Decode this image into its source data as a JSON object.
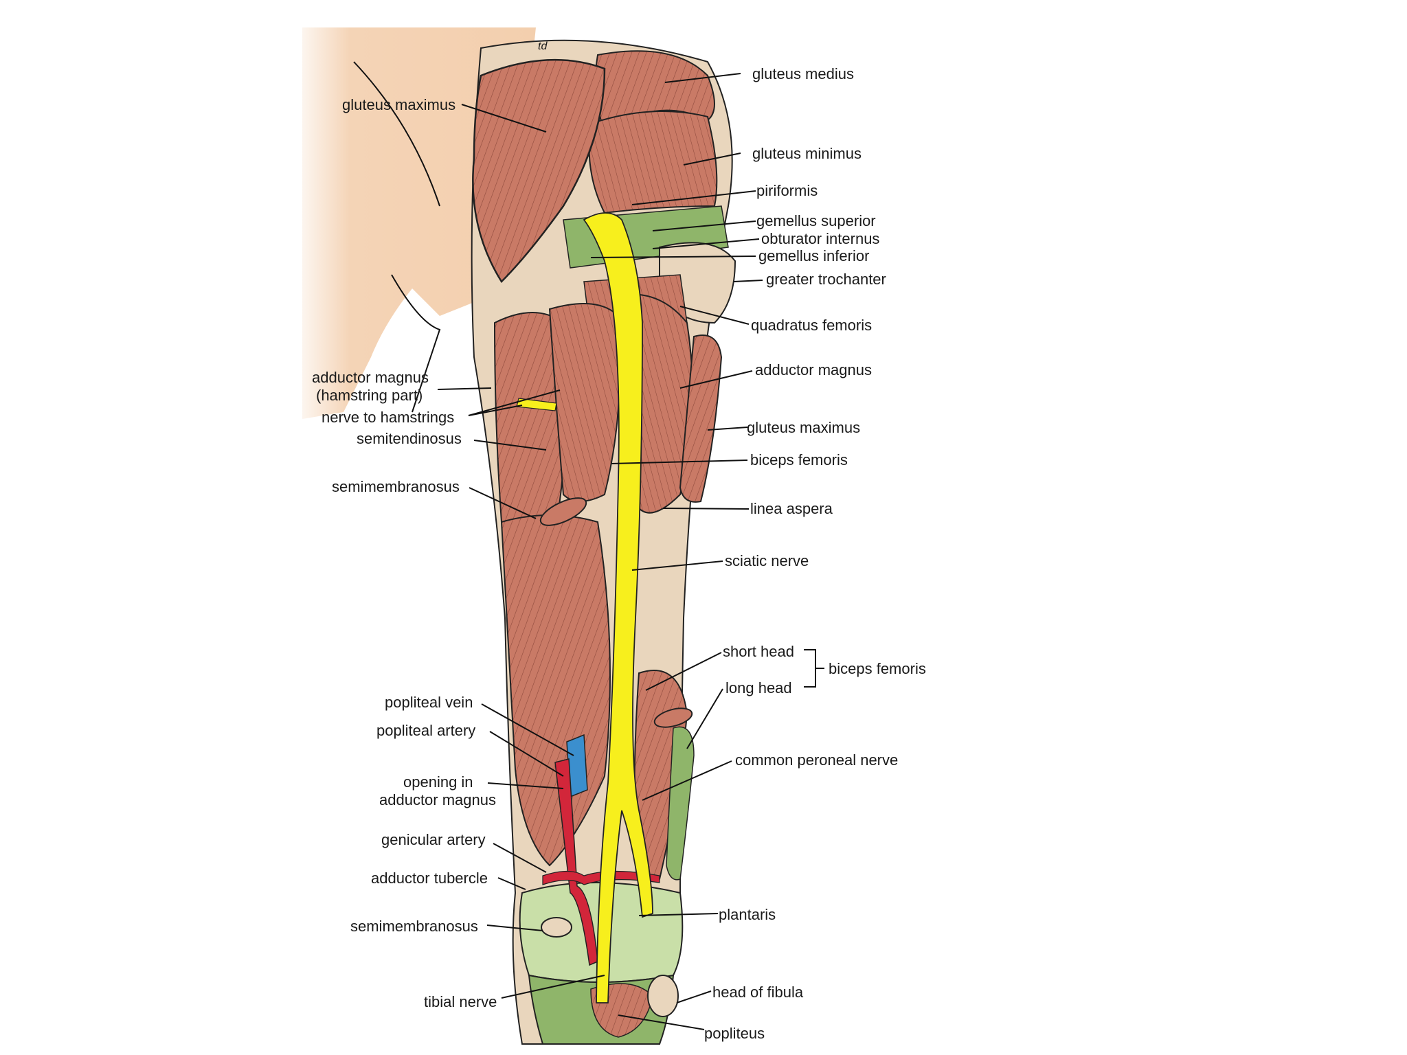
{
  "signature": "td",
  "labels": {
    "gluteus_maximus_top": "gluteus maximus",
    "gluteus_medius": "gluteus medius",
    "gluteus_minimus": "gluteus minimus",
    "piriformis": "piriformis",
    "gemellus_superior": "gemellus superior",
    "obturator_internus": "obturator internus",
    "gemellus_inferior": "gemellus inferior",
    "greater_trochanter": "greater trochanter",
    "quadratus_femoris": "quadratus femoris",
    "adductor_magnus_right": "adductor magnus",
    "adductor_magnus_hamstring_1": "adductor magnus",
    "adductor_magnus_hamstring_2": "(hamstring part)",
    "nerve_to_hamstrings": "nerve to hamstrings",
    "gluteus_maximus_right": "gluteus maximus",
    "semitendinosus": "semitendinosus",
    "biceps_femoris_upper": "biceps femoris",
    "semimembranosus_upper": "semimembranosus",
    "linea_aspera": "linea aspera",
    "sciatic_nerve": "sciatic nerve",
    "short_head": "short head",
    "long_head": "long head",
    "biceps_femoris_bracket": "biceps femoris",
    "popliteal_vein": "popliteal vein",
    "popliteal_artery": "popliteal artery",
    "opening_in_1": "opening in",
    "opening_in_2": "adductor magnus",
    "common_peroneal_nerve": "common peroneal nerve",
    "genicular_artery": "genicular artery",
    "adductor_tubercle": "adductor tubercle",
    "plantaris": "plantaris",
    "semimembranosus_lower": "semimembranosus",
    "head_of_fibula": "head of fibula",
    "tibial_nerve": "tibial nerve",
    "popliteus": "popliteus"
  },
  "colors": {
    "skin": "#f3cfae",
    "muscle": "#c97a66",
    "muscle_dark": "#a85a4a",
    "tendon": "#8fb56a",
    "tendon_light": "#c9dfa8",
    "bone": "#e9d6bd",
    "nerve": "#f7ef1d",
    "artery": "#d2263a",
    "vein": "#3b8fce"
  }
}
